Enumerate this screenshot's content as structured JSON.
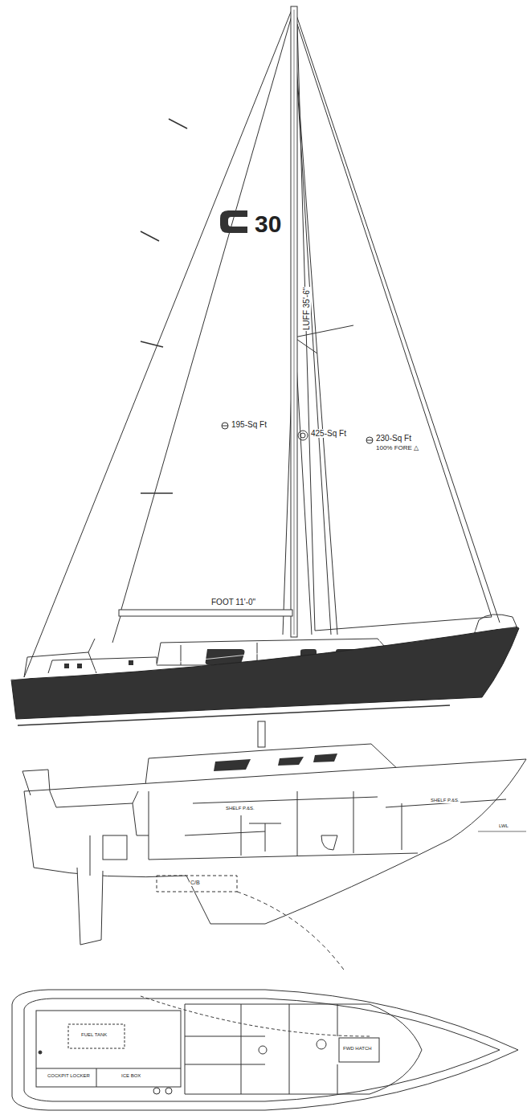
{
  "diagram": {
    "labels": [
      "30",
      "LUFF 35'-6\"",
      "195-Sq Ft",
      "425-Sq Ft",
      "230-Sq Ft",
      "100% FORE △",
      "FOOT 11'-0\"",
      "SHELF P.&S.",
      "SHELF P.&S.",
      "LWL",
      "C/B",
      "FUEL TANK",
      "COCKPIT LOCKER",
      "ICE BOX",
      "FWD HATCH"
    ]
  }
}
